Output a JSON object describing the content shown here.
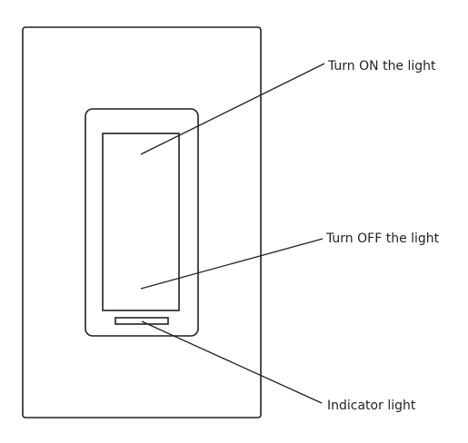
{
  "callouts": {
    "turn_on": "Turn ON the light",
    "turn_off": "Turn OFF the light",
    "indicator": "Indicator light"
  },
  "colors": {
    "stroke": "#231f20",
    "background": "#ffffff"
  }
}
